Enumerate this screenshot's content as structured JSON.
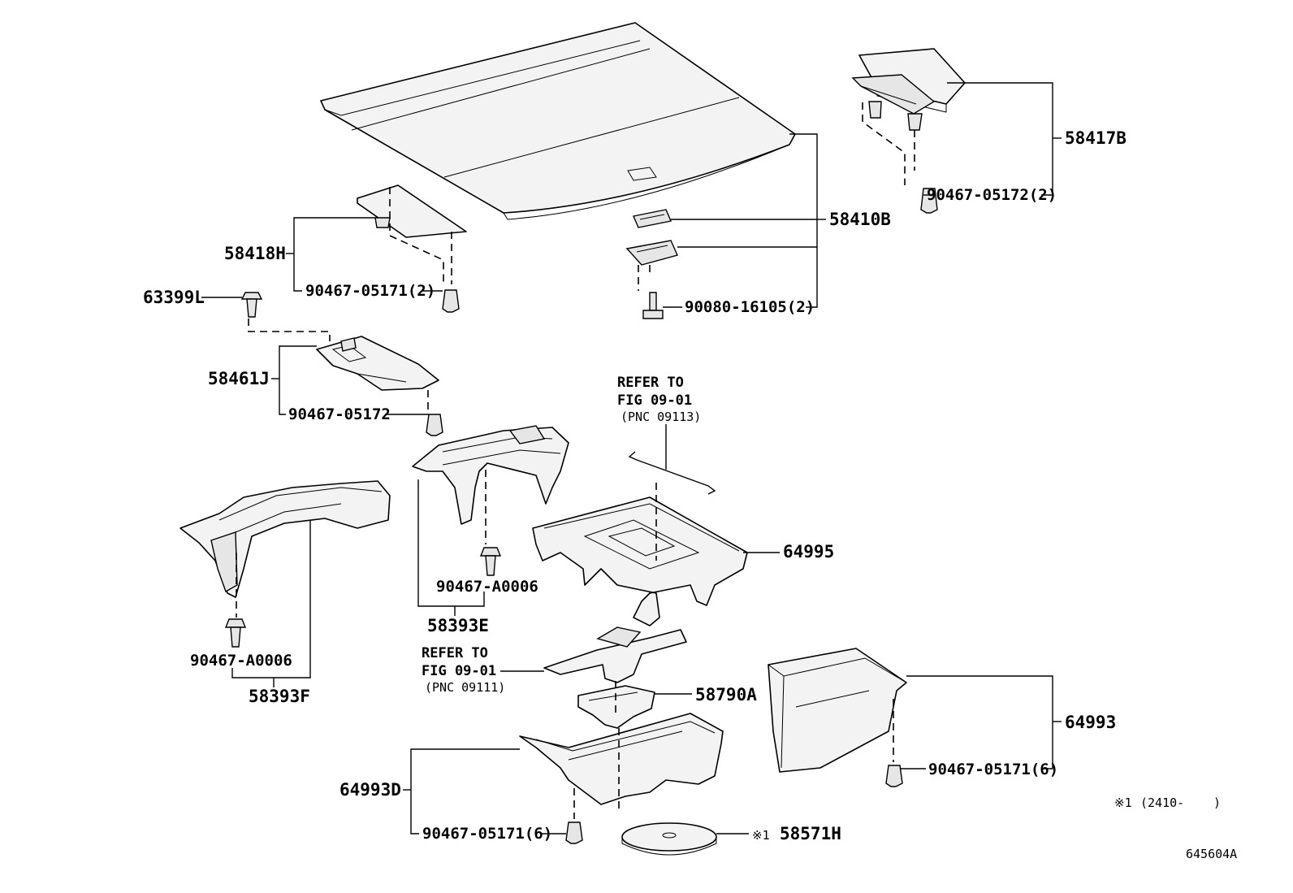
{
  "labels": {
    "p58417B": "58417B",
    "p90467_05172_2": "90467-05172(2)",
    "p58410B": "58410B",
    "p90080_16105_2": "90080-16105(2)",
    "p58418H": "58418H",
    "p90467_05171_2": "90467-05171(2)",
    "p63399L": "63399L",
    "p58461J": "58461J",
    "p90467_05172": "90467-05172",
    "p64995": "64995",
    "p90467_A0006_a": "90467-A0006",
    "p58393E": "58393E",
    "p90467_A0006_b": "90467-A0006",
    "p58393F": "58393F",
    "p58790A": "58790A",
    "p64993": "64993",
    "p90467_05171_6_a": "90467-05171(6)",
    "p64993D": "64993D",
    "p90467_05171_6_b": "90467-05171(6)",
    "p58571H": "58571H",
    "note_mark_part": "※1"
  },
  "refs": {
    "upper": {
      "line1": "REFER TO",
      "line2": "FIG 09-01",
      "line3": "(PNC 09113)"
    },
    "lower": {
      "line1": "REFER TO",
      "line2": "FIG 09-01",
      "line3": "(PNC 09111)"
    }
  },
  "note": {
    "mark": "※1",
    "text": "(2410-",
    "close": ")"
  },
  "figure_id": "645604A"
}
